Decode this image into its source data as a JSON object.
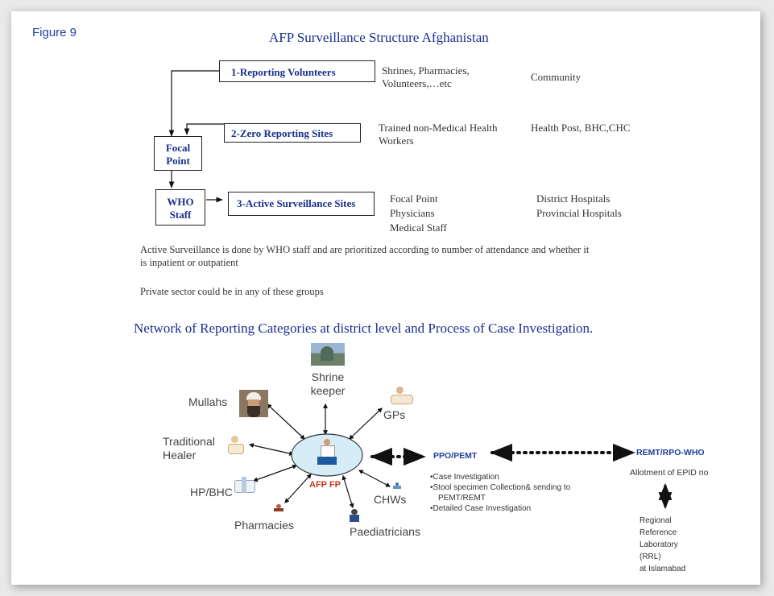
{
  "figure_label": "Figure 9",
  "title": "AFP Surveillance Structure Afghanistan",
  "levels": [
    {
      "box": "1-Reporting Volunteers",
      "who_line1": "Shrines, Pharmacies,",
      "who_line2": "Volunteers,…etc",
      "where_line1": "Community",
      "where_line2": ""
    },
    {
      "box": "2-Zero Reporting Sites",
      "who_line1": "Trained non-Medical Health",
      "who_line2": "Workers",
      "where_line1": "Health Post, BHC,CHC",
      "where_line2": ""
    },
    {
      "box": "3-Active Surveillance Sites",
      "who_line1": "Focal Point",
      "who_line2": "Physicians",
      "who_line3": "Medical Staff",
      "where_line1": "District Hospitals",
      "where_line2": "Provincial Hospitals"
    }
  ],
  "focal_point": {
    "line1": "Focal",
    "line2": "Point"
  },
  "who_staff": {
    "line1": "WHO",
    "line2": "Staff"
  },
  "notes": {
    "line1": "Active Surveillance is done by WHO staff and are prioritized according to number of attendance and whether it",
    "line2": "is inpatient or outpatient",
    "line3": "Private sector could be in any of these groups"
  },
  "network_title": "Network of Reporting Categories at district level and Process of Case Investigation.",
  "center": "AFP FP",
  "nodes": {
    "shrine_1": "Shrine",
    "shrine_2": "keeper",
    "mullahs": "Mullahs",
    "gps": "GPs",
    "healer_1": "Traditional",
    "healer_2": "Healer",
    "hpbhc": "HP/BHC",
    "pharmacies": "Pharmacies",
    "paediatricians": "Paediatricians",
    "chws": "CHWs"
  },
  "ppo": {
    "title": "PPO/PEMT",
    "b1": "•Case Investigation",
    "b2a": "•Stool specimen Collection& sending to",
    "b2b": "PEMT/REMT",
    "b3": "•Detailed Case Investigation"
  },
  "remt": {
    "title": "REMT/RPO-WHO",
    "sub": "Allotment of EPID no"
  },
  "rrl": {
    "l1": "Regional",
    "l2": "Reference",
    "l3": "Laboratory",
    "l4": "(RRL)",
    "l5": "at Islamabad"
  },
  "colors": {
    "title_blue": "#1a2f8f",
    "label_blue": "#1f3f9f",
    "center_red": "#c0391a",
    "ellipse_fill": "#d6ecf6"
  }
}
